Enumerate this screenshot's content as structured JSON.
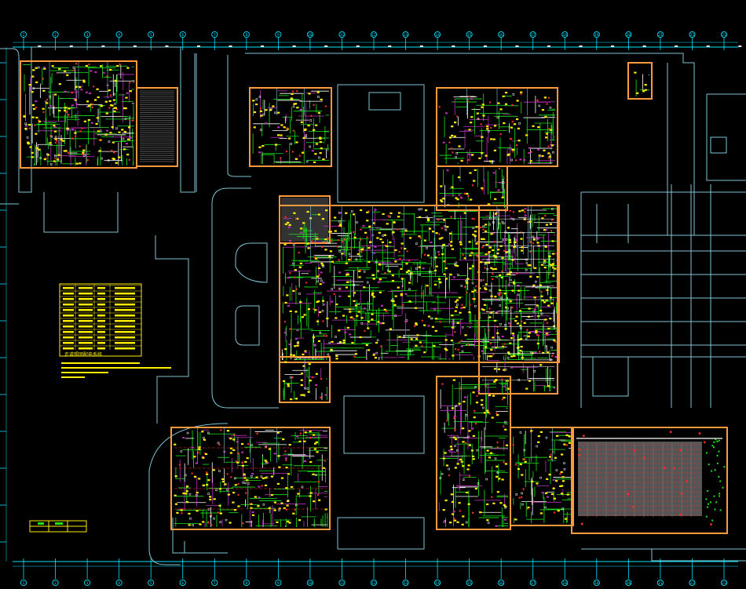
{
  "drawing": {
    "background": "#000000",
    "colors": {
      "grid": "#00e5ff",
      "wall": "#ff9a3c",
      "outline": "#7fc4d6",
      "circuit_green": "#19e619",
      "circuit_white": "#ffffff",
      "symbol_yellow": "#ffee00",
      "circuit_red": "#ff2a2a",
      "circuit_magenta": "#c030c0",
      "table_yellow": "#ffee00",
      "hatch_gray": "#6f6f6f"
    },
    "grid_axes": {
      "top": [
        "1",
        "2",
        "3",
        "4",
        "5",
        "6",
        "7",
        "8",
        "9",
        "10",
        "11",
        "12",
        "13",
        "14",
        "15",
        "16",
        "17",
        "18",
        "19",
        "20",
        "21",
        "22",
        "23"
      ],
      "bottom": [
        "1",
        "2",
        "3",
        "4",
        "5",
        "6",
        "7",
        "8",
        "9",
        "10",
        "11",
        "12",
        "13",
        "14",
        "15",
        "16",
        "17",
        "18",
        "19",
        "20",
        "21",
        "22",
        "23"
      ]
    },
    "legend_table_title": "走道照明配电系统"
  }
}
